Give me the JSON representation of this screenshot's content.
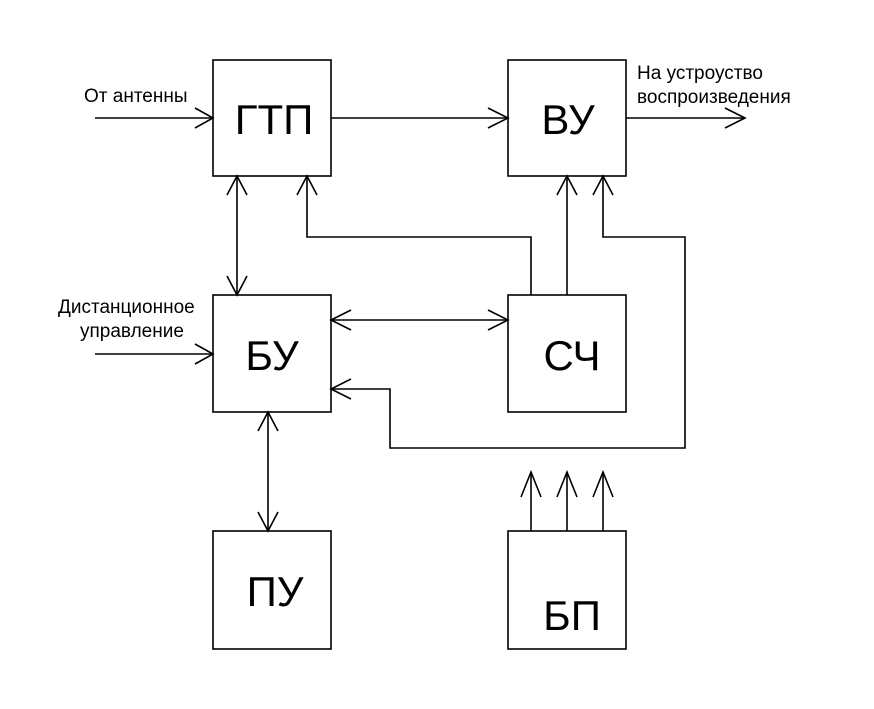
{
  "blocks": {
    "gtp": "ГТП",
    "vu": "ВУ",
    "bu": "БУ",
    "sch": "СЧ",
    "pu": "ПУ",
    "bp": "БП"
  },
  "labels": {
    "antenna": "От антенны",
    "playback_line1": "На устроуство",
    "playback_line2": "воспроизведения",
    "remote_line1": "Дистанционное",
    "remote_line2": "управление"
  }
}
